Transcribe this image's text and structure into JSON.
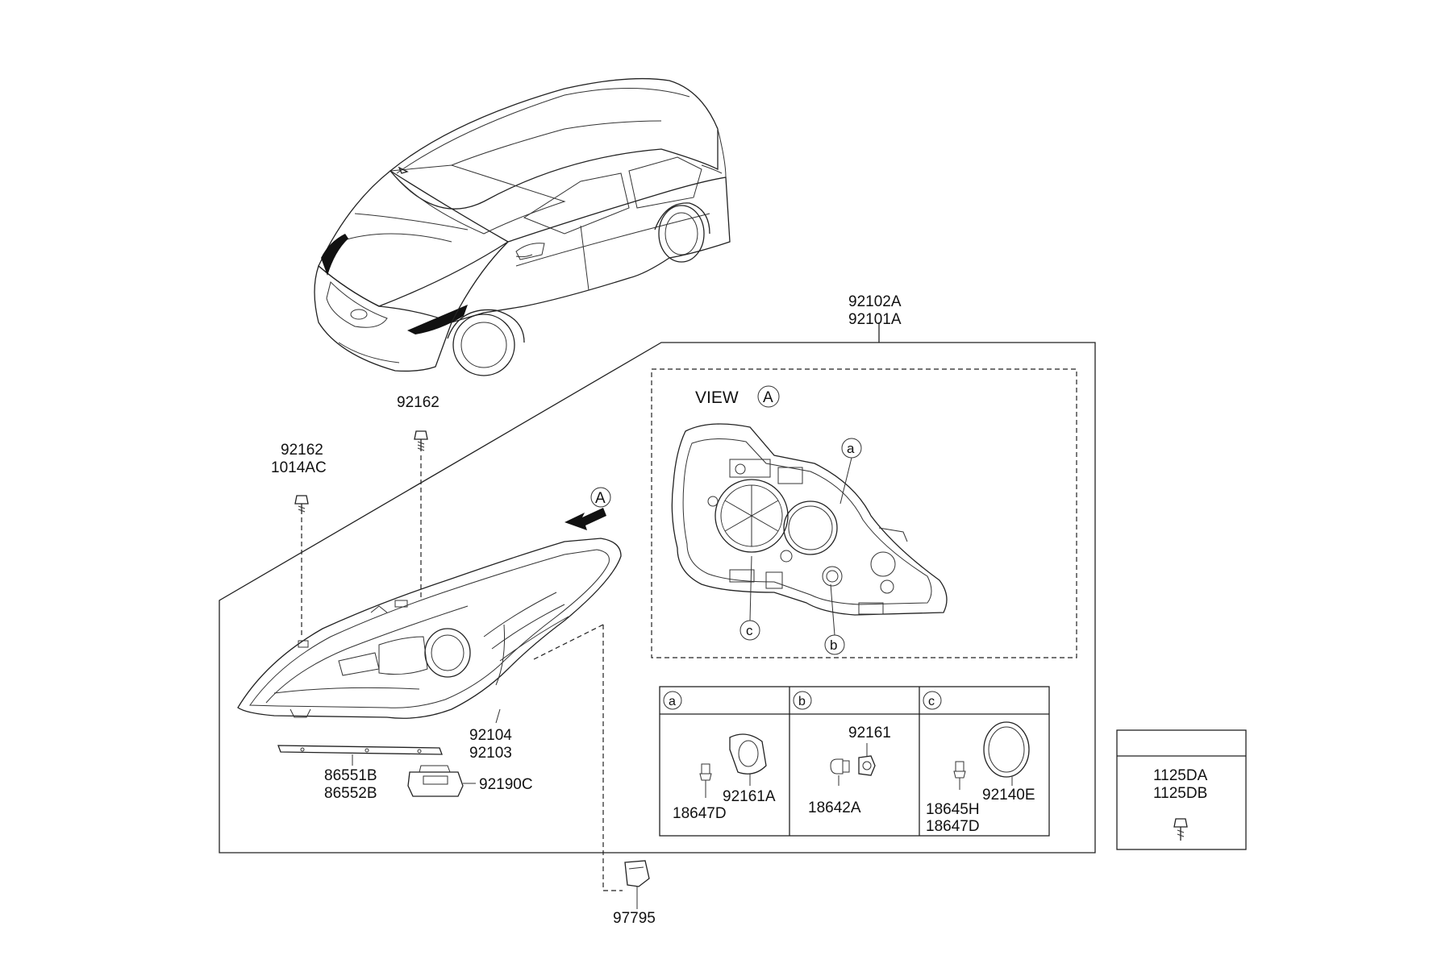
{
  "callouts": {
    "assembly_top": "92102A",
    "assembly_bottom": "92101A",
    "screw_top": "92162",
    "screw_left_1": "92162",
    "screw_left_2": "1014AC",
    "lamp_1": "92104",
    "lamp_2": "92103",
    "trim_1": "86551B",
    "trim_2": "86552B",
    "ballast": "92190C",
    "connector": "97795",
    "view_arrow_letter": "A"
  },
  "view": {
    "title": "VIEW",
    "circle_letter": "A",
    "marker_a": "a",
    "marker_b": "b",
    "marker_c": "c"
  },
  "table": {
    "cells": [
      {
        "letter": "a",
        "parts": [
          "92161A",
          "18647D"
        ]
      },
      {
        "letter": "b",
        "parts": [
          "92161",
          "18642A"
        ]
      },
      {
        "letter": "c",
        "parts": [
          "92140E",
          "18645H",
          "18647D"
        ]
      }
    ]
  },
  "side_box": {
    "part_1": "1125DA",
    "part_2": "1125DB"
  }
}
